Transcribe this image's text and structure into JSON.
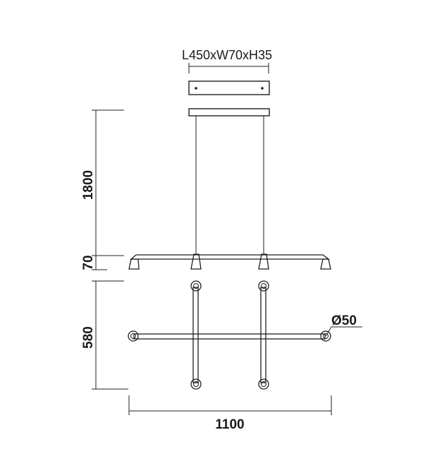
{
  "dimensions": {
    "canopy_size": "L450xW70xH35",
    "drop_height": "1800",
    "frame_height": "70",
    "depth": "580",
    "width": "1100",
    "shade_diameter": "Ø50"
  },
  "colors": {
    "line": "#1f1f1f",
    "background": "#ffffff"
  }
}
